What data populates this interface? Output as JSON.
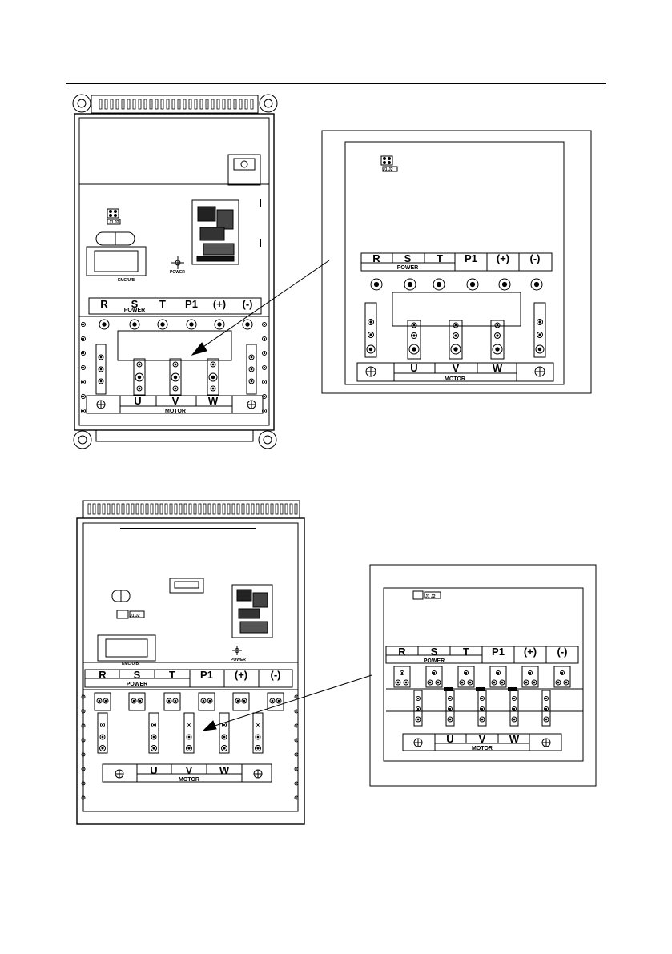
{
  "figure_top": {
    "power_labels": [
      "R",
      "S",
      "T",
      "P1",
      "(+)",
      "(-)"
    ],
    "power_title": "POWER",
    "motor_labels": [
      "U",
      "V",
      "W"
    ],
    "motor_title": "MOTOR",
    "board_label": "EMC/U/B",
    "switch_label": "POWER",
    "jumper_label": "J1 J2",
    "zoom": {
      "power_labels": [
        "R",
        "S",
        "T",
        "P1",
        "(+)",
        "(-)"
      ],
      "power_title": "POWER",
      "motor_labels": [
        "U",
        "V",
        "W"
      ],
      "motor_title": "MOTOR",
      "jumper_label": "J1 J2"
    }
  },
  "figure_bottom": {
    "power_labels": [
      "R",
      "S",
      "T",
      "P1",
      "(+)",
      "(-)"
    ],
    "power_title": "POWER",
    "motor_labels": [
      "U",
      "V",
      "W"
    ],
    "motor_title": "MOTOR",
    "board_label": "EMC/U/B",
    "switch_label": "POWER",
    "jumper_label": "J1 J2",
    "zoom": {
      "power_labels": [
        "R",
        "S",
        "T",
        "P1",
        "(+)",
        "(-)"
      ],
      "power_title": "POWER",
      "motor_labels": [
        "U",
        "V",
        "W"
      ],
      "motor_title": "MOTOR",
      "jumper_label": "J1 J2"
    }
  }
}
